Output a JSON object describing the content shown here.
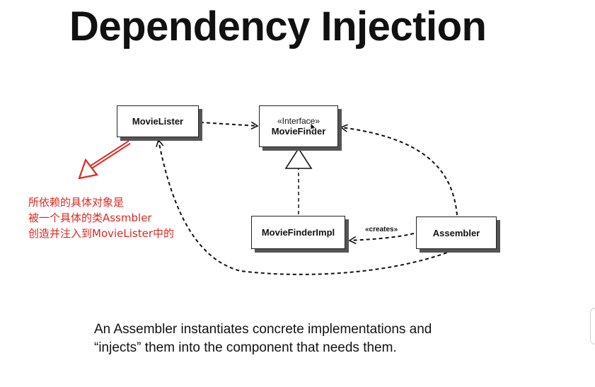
{
  "title": "Dependency Injection",
  "diagram": {
    "nodes": {
      "movie_lister": {
        "name": "MovieLister"
      },
      "movie_finder": {
        "stereotype": "«Interface»",
        "name": "MovieFinder"
      },
      "movie_finder_impl": {
        "name": "MovieFinderImpl"
      },
      "assembler": {
        "name": "Assembler"
      }
    },
    "edges": {
      "creates_label": "«creates»"
    }
  },
  "annotation": {
    "lines": [
      "所依赖的具体对象是",
      "被一个具体的类Assmbler",
      "创造并注入到MovieLister中的"
    ],
    "color": "#e0271f"
  },
  "caption": {
    "lines": [
      "An Assembler instantiates concrete implementations and",
      "“injects” them  into  the component that needs them."
    ]
  }
}
